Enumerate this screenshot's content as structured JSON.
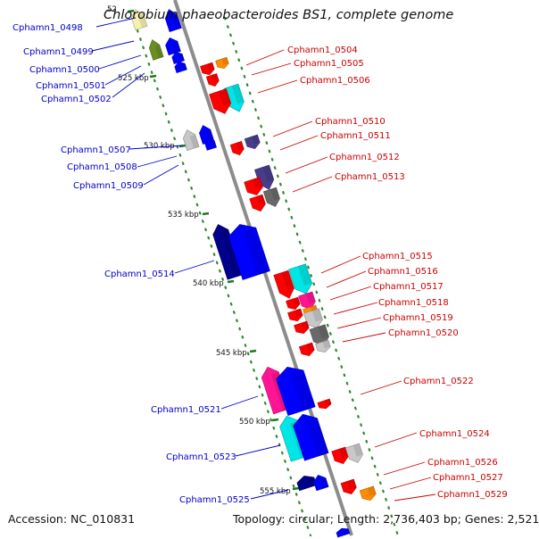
{
  "title": "Chlorobium phaeobacteroides BS1, complete genome",
  "accession": "Accession: NC_010831",
  "topology": "Topology: circular; Length: 2,736,403 bp; Genes: 2,521",
  "colors": {
    "backbone": "#8c8c8c",
    "left_label": "#0000cc",
    "right_label": "#cc0000",
    "track_dots": "#2e8b2e",
    "red": "#ff0000",
    "blue": "#0000ff",
    "navy": "#00008b",
    "cyan": "#00e5e5",
    "magenta": "#ff1493",
    "olive": "#6b8e23",
    "orange": "#ff8c00",
    "slate": "#483d8b",
    "gray": "#696969",
    "light_gray": "#c8c8c8",
    "pale_yellow": "#f5f0b0"
  },
  "kbp_ticks": [
    "52",
    "525 kbp",
    "530 kbp",
    "535 kbp",
    "540 kbp",
    "545 kbp",
    "550 kbp",
    "555 kbp"
  ],
  "left_labels": [
    "Cphamn1_0498",
    "Cphamn1_0499",
    "Cphamn1_0500",
    "Cphamn1_0501",
    "Cphamn1_0502",
    "Cphamn1_0507",
    "Cphamn1_0508",
    "Cphamn1_0509",
    "Cphamn1_0514",
    "Cphamn1_0521",
    "Cphamn1_0523",
    "Cphamn1_0525"
  ],
  "right_labels": [
    "Cphamn1_0504",
    "Cphamn1_0505",
    "Cphamn1_0506",
    "Cphamn1_0510",
    "Cphamn1_0511",
    "Cphamn1_0512",
    "Cphamn1_0513",
    "Cphamn1_0515",
    "Cphamn1_0516",
    "Cphamn1_0517",
    "Cphamn1_0518",
    "Cphamn1_0519",
    "Cphamn1_0520",
    "Cphamn1_0522",
    "Cphamn1_0524",
    "Cphamn1_0526",
    "Cphamn1_0527",
    "Cphamn1_0529"
  ],
  "genes": [
    {
      "color": "pale_yellow",
      "strand": "+",
      "track": 1
    },
    {
      "color": "blue",
      "strand": "+",
      "track": 1
    },
    {
      "color": "olive",
      "strand": "+",
      "track": 2
    },
    {
      "color": "blue",
      "strand": "+",
      "track": 1
    },
    {
      "color": "blue",
      "strand": "+",
      "track": 1
    },
    {
      "color": "blue",
      "strand": "+",
      "track": 1
    },
    {
      "color": "orange",
      "strand": "-",
      "track": 2
    },
    {
      "color": "red",
      "strand": "-",
      "track": 1
    },
    {
      "color": "red",
      "strand": "-",
      "track": 1
    },
    {
      "color": "cyan",
      "strand": "-",
      "track": 2
    },
    {
      "color": "red",
      "strand": "-",
      "track": 1
    },
    {
      "color": "light_gray",
      "strand": "+",
      "track": 2
    },
    {
      "color": "blue",
      "strand": "+",
      "track": 1
    },
    {
      "color": "blue",
      "strand": "+",
      "track": 1
    },
    {
      "color": "slate",
      "strand": "-",
      "track": 2
    },
    {
      "color": "red",
      "strand": "-",
      "track": 1
    },
    {
      "color": "slate",
      "strand": "-",
      "track": 2
    },
    {
      "color": "red",
      "strand": "-",
      "track": 1
    },
    {
      "color": "gray",
      "strand": "-",
      "track": 2
    },
    {
      "color": "red",
      "strand": "-",
      "track": 1
    },
    {
      "color": "navy",
      "strand": "+",
      "track": 2
    },
    {
      "color": "blue",
      "strand": "+",
      "track": 1
    },
    {
      "color": "red",
      "strand": "-",
      "track": 1
    },
    {
      "color": "cyan",
      "strand": "-",
      "track": 2
    },
    {
      "color": "magenta",
      "strand": "-",
      "track": 2
    },
    {
      "color": "orange",
      "strand": "-",
      "track": 2
    },
    {
      "color": "red",
      "strand": "-",
      "track": 1
    },
    {
      "color": "red",
      "strand": "-",
      "track": 1
    },
    {
      "color": "light_gray",
      "strand": "-",
      "track": 2
    },
    {
      "color": "red",
      "strand": "-",
      "track": 1
    },
    {
      "color": "gray",
      "strand": "-",
      "track": 2
    },
    {
      "color": "light_gray",
      "strand": "-",
      "track": 2
    },
    {
      "color": "red",
      "strand": "-",
      "track": 1
    },
    {
      "color": "magenta",
      "strand": "+",
      "track": 2
    },
    {
      "color": "blue",
      "strand": "+",
      "track": 1
    },
    {
      "color": "red",
      "strand": "-",
      "track": 1
    },
    {
      "color": "cyan",
      "strand": "+",
      "track": 2
    },
    {
      "color": "blue",
      "strand": "+",
      "track": 1
    },
    {
      "color": "red",
      "strand": "-",
      "track": 1
    },
    {
      "color": "light_gray",
      "strand": "-",
      "track": 2
    },
    {
      "color": "navy",
      "strand": "+",
      "track": 2
    },
    {
      "color": "blue",
      "strand": "+",
      "track": 1
    },
    {
      "color": "red",
      "strand": "-",
      "track": 1
    },
    {
      "color": "orange",
      "strand": "-",
      "track": 2
    },
    {
      "color": "blue",
      "strand": "+",
      "track": 1
    }
  ]
}
